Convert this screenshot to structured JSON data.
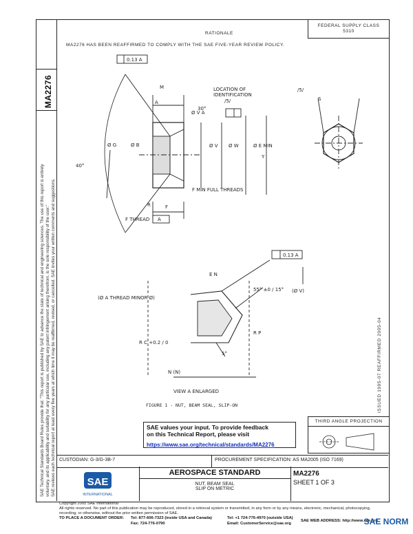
{
  "doc_number": "MA2276",
  "header": {
    "rationale": "RATIONALE",
    "rationale_text": "MA2276 HAS BEEN REAFFIRMED TO COMPLY WITH THE SAE FIVE-YEAR REVIEW POLICY.",
    "fed_supply_class": "FEDERAL SUPPLY CLASS 5310"
  },
  "drawing_labels": {
    "tol_top": "0.13  A",
    "loc_id_1": "LOCATION OF",
    "loc_id_2": "IDENTIFICATION",
    "loc_id_3": "/5/",
    "dim_m": "M",
    "dim_a": "A",
    "dim_s": "S",
    "dim_s_label": "/5/",
    "tol_v": "Ø V  A",
    "dim_g": "Ø G",
    "dim_b": "Ø B",
    "dim_v": "Ø V",
    "dim_w": "Ø W",
    "dim_e_min": "Ø E MIN",
    "dim_y": "Y",
    "angle_40": "40°",
    "angle_30": "30°",
    "full_threads": "F MIN FULL THREADS",
    "dim_f": "F",
    "dim_r": "R",
    "thread_a": "F THREAD",
    "thread_ref": "A",
    "tol_right": "0.13  A",
    "dim_en": "E N",
    "angle_55": "55° ±0 / 15°",
    "dim_cv": "(Ø V)",
    "thread_minor": "(Ø A THREAD MINOR Ø)",
    "dim_rp": "R P",
    "dim_rc": "R C +0.2 / 0",
    "angle_5": "5°",
    "dim_n": "N (N)",
    "view": "VIEW A   ENLARGED",
    "figure": "FIGURE 1 - NUT, BEAM SEAL, SLIP-ON"
  },
  "feedback": {
    "line1": "SAE values your input. To provide feedback",
    "line2": "on this Technical Report, please visit",
    "url": "https://www.sae.org/technical/standards/MA2276"
  },
  "projection": "THIRD ANGLE PROJECTION",
  "custodian": "CUSTODIAN: G-3/G-3B-7",
  "procurement": "PROCUREMENT SPECIFICATION: AS MA2005 (ISO 7169)",
  "title": {
    "standard": "AEROSPACE STANDARD",
    "line1": "NUT, BEAM SEAL",
    "line2": "SLIP ON METRIC",
    "doc": "MA2276",
    "sheet": "SHEET 1 OF 3"
  },
  "logo": {
    "main": "SAE",
    "sub": "INTERNATIONAL"
  },
  "issue_note": "ISSUED 1995-07   REAFFIRMED 2005-04",
  "left_notes": [
    "SAE Technical Standards Board Rules provide that: \"This report is published by SAE to advance the state of technical and engineering sciences. The use of this report is entirely",
    "voluntary, and its applicability and suitability for any particular use, including any patent infringement arising therefrom, is the sole responsibility of the user.\"",
    "SAE reviews each technical report at least every five years at which time it may be reaffirmed, revised, or cancelled. SAE invites your written comments and suggestions."
  ],
  "footer": {
    "copyright": "Copyright 2005 SAE International",
    "rights": "All rights reserved. No part of this publication may be reproduced, stored in a retrieval system or transmitted, in any form or by any means, electronic, mechanical, photocopying,",
    "rights2": "recording, or otherwise, without the prior written permission of SAE.",
    "order": "TO PLACE A DOCUMENT ORDER:",
    "tel1": "Tel: 877-606-7323 (inside USA and Canada)",
    "tel2": "Tel: +1 724-776-4970 (outside USA)",
    "fax": "Fax: 724-776-0790",
    "email": "Email: CustomerService@sae.org",
    "web": "SAE WEB ADDRESS: http://www.sae.org"
  },
  "watermark": "SAE NORM"
}
